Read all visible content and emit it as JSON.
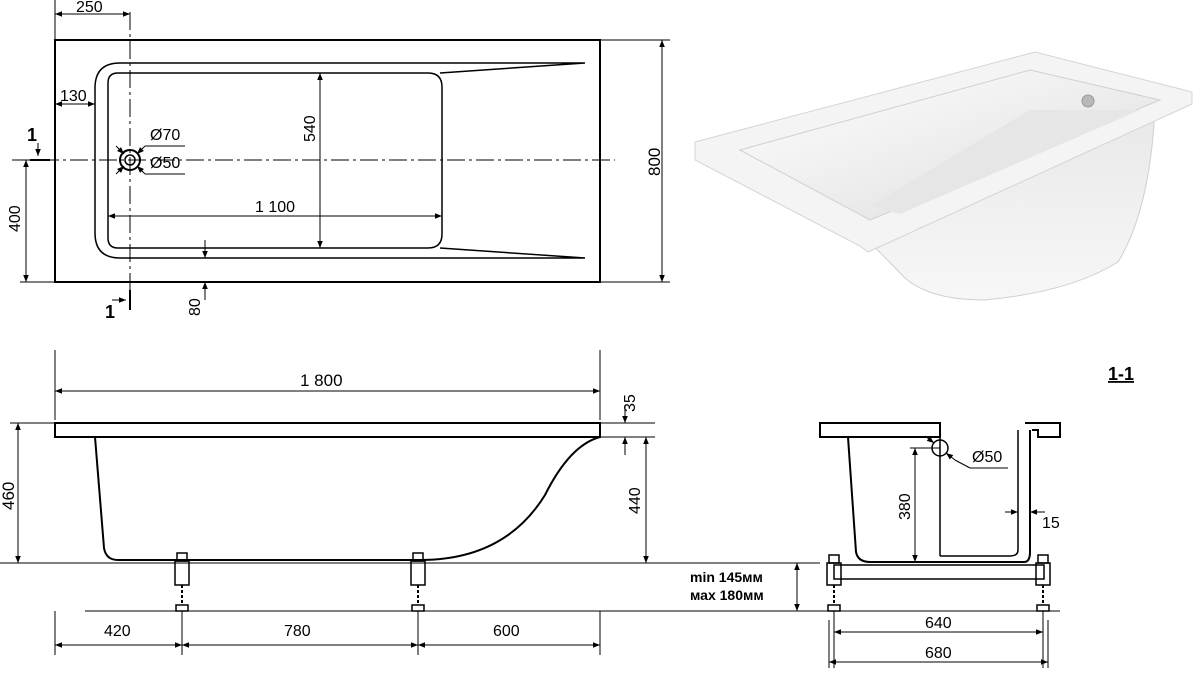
{
  "plan_view": {
    "labels": {
      "edge_offset": "250",
      "rim_width": "130",
      "section_mark_left": "1",
      "section_mark_bottom": "1",
      "overflow_diameter": "Ø70",
      "drain_diameter": "Ø50",
      "inner_width": "540",
      "inner_length": "1 100",
      "drain_to_edge": "400",
      "front_rim": "80",
      "overall_width": "800"
    }
  },
  "side_view": {
    "labels": {
      "overall_length": "1 800",
      "rim_thickness": "35",
      "overall_height": "460",
      "depth": "440",
      "leg_spacing_left": "420",
      "leg_spacing_middle": "780",
      "leg_spacing_right": "600",
      "leg_min": "min 145мм",
      "leg_max": "мах 180мм"
    }
  },
  "section_view": {
    "title": "1-1",
    "labels": {
      "drain_diameter": "Ø50",
      "inner_depth": "380",
      "wall_thickness": "15",
      "leg_spacing": "640",
      "overall_width": "680"
    }
  },
  "photo": {
    "colors": {
      "acrylic": "#f2f2f2",
      "shadow": "#d9d9d9",
      "highlight": "#ffffff"
    }
  }
}
